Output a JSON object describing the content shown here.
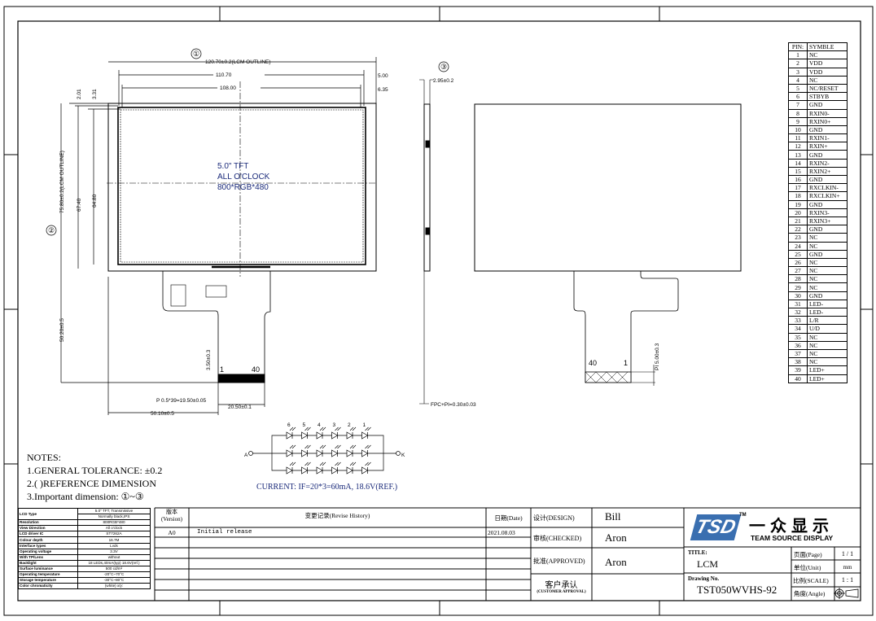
{
  "front_view": {
    "marker": "①",
    "dims": {
      "lcm_width": "120.70±0.2(LCM OUTLINE)",
      "bezel_width": "110.70",
      "active_width": "108.00",
      "top_a": "5.00",
      "top_b": "6.35",
      "left_a": "2.01",
      "left_b": "3.31",
      "lcm_height": "75.80±0.2(LCM OUTLINE)",
      "bezel_height": "67.40",
      "active_height": "64.80",
      "fpc_length": "50.20±0.5",
      "contact_len": "3.50±0.3",
      "pitch": "P 0.5*39=19.50±0.05",
      "fpc_width": "20.50±0.1",
      "fpc_offset": "50.10±0.5"
    },
    "panel_text": [
      "5.0\" TFT",
      "ALL O'CLOCK",
      "800*RGB*480"
    ],
    "pin_first": "1",
    "pin_last": "40",
    "marker2": "②"
  },
  "side_view": {
    "marker": "③",
    "thickness": "2.95±0.2",
    "fpc_thickness": "FPC+PI=0.30±0.03"
  },
  "back_view": {
    "pin_first": "1",
    "pin_last": "40",
    "stiffener": "PI 5.00±0.3"
  },
  "pin_table": {
    "header": [
      "PIN:",
      "SYMBLE"
    ],
    "pins": [
      "NC",
      "VDD",
      "VDD",
      "NC",
      "NC/RESET",
      "STBYB",
      "GND",
      "RXIN0-",
      "RXIN0+",
      "GND",
      "RXIN1-",
      "RXIN+",
      "GND",
      "RXIN2-",
      "RXIN2+",
      "GND",
      "RXCLKIN-",
      "RXCLKIN+",
      "GND",
      "RXIN3-",
      "RXIN3+",
      "GND",
      "NC",
      "NC",
      "GND",
      "NC",
      "NC",
      "NC",
      "NC",
      "GND",
      "LED-",
      "LED-",
      "L/R",
      "U/D",
      "NC",
      "NC",
      "NC",
      "NC",
      "LED+",
      "LED+"
    ]
  },
  "led_circuit": {
    "columns": [
      "6",
      "5",
      "4",
      "3",
      "2",
      "1"
    ],
    "anode": "A",
    "cathode": "K",
    "current": "CURRENT: IF=20*3=60mA, 18.6V(REF.)"
  },
  "notes": {
    "title": "NOTES:",
    "items": [
      "1.GENERAL TOLERANCE: ±0.2",
      "2.(   )REFERENCE DIMENSION",
      "3.Important dimension: ①~③"
    ]
  },
  "spec_table": [
    [
      "LCD Type",
      "5.0\" TFT, Transmissive"
    ],
    [
      "",
      "Normally black,IPS"
    ],
    [
      "Resolution",
      "800RGB*480"
    ],
    [
      "View Direction",
      "All o'clock"
    ],
    [
      "LCD driver IC",
      "ST7262A"
    ],
    [
      "Colour depth",
      "16.7M"
    ],
    [
      "Interface types",
      "Lvds"
    ],
    [
      "Operating voltage",
      "3.3V"
    ],
    [
      "With TP/Lens",
      "without"
    ],
    [
      "Backlight",
      "18 LEDs,40mA(typ) 18.6V(ref.)"
    ],
    [
      "Surface luminance",
      "500 cd/m²"
    ],
    [
      "Operating temperature",
      "-20°C~70°C"
    ],
    [
      "Storage temperature",
      "-30°C~80°C"
    ],
    [
      "Color chromaticity",
      "(white) x/y:"
    ]
  ],
  "revision": {
    "version_header": "版本\n(Version)",
    "history_header": "变更记录(Revise History)",
    "date_header": "日期(Date)",
    "rows": [
      {
        "version": "A0",
        "description": "Initial release",
        "date": "2021.08.03"
      }
    ]
  },
  "approval": {
    "design_label": "设计(DESIGN)",
    "design": "Bill",
    "checked_label": "审核(CHECKED)",
    "checked": "Aron",
    "approved_label": "批准(APPROVED)",
    "approved": "Aron",
    "customer_label": "客户承认",
    "customer_label_en": "(CUSTOMER APPROVAL)"
  },
  "title_block": {
    "logo": "TSD",
    "logo_tm": "TM",
    "company_cn": "一众显示",
    "company_en": "TEAM SOURCE DISPLAY",
    "title_label": "TITLE:",
    "title": "LCM",
    "drawing_no_label": "Drawing No.",
    "drawing_no": "TST050WVHS-92",
    "page_label": "页面(Page)",
    "page": "1 / 1",
    "unit_label": "单位(Unit)",
    "unit": "mm",
    "scale_label": "比例(SCALE)",
    "scale": "1 : 1",
    "angle_label": "角度(Angle)"
  },
  "colors": {
    "logo_blue": "#3a6fb0",
    "panel_text": "#1a2a7a"
  }
}
